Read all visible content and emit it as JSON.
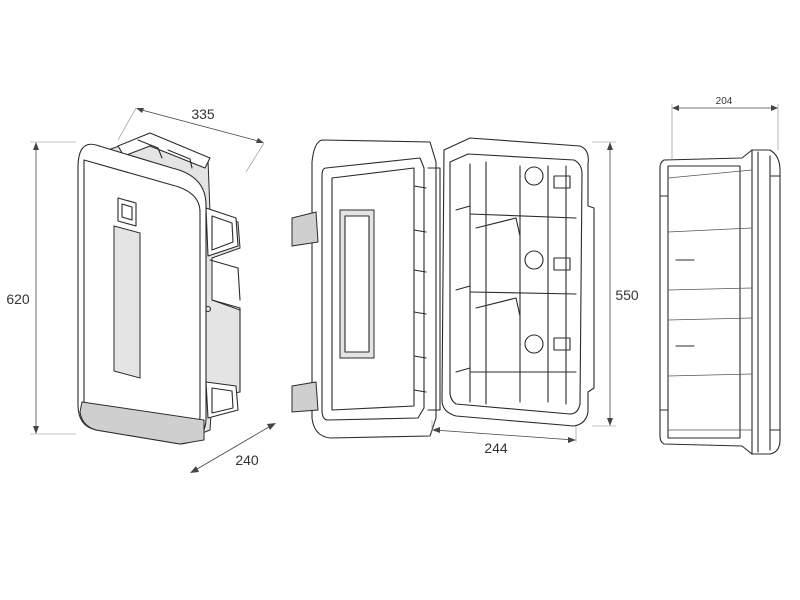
{
  "dimensions": {
    "height_total": "620",
    "width_top": "335",
    "depth": "240",
    "height_inner": "550",
    "width_inner": "244",
    "side_depth": "204"
  },
  "colors": {
    "line": "#2b2b2b",
    "shade": "#e4e4e4",
    "background": "#ffffff"
  }
}
